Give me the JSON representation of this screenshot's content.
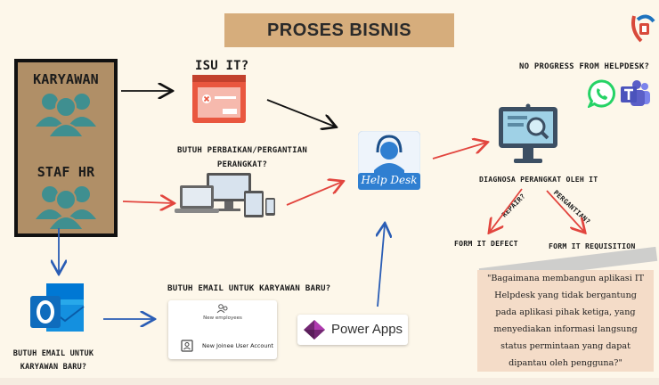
{
  "title": "PROSES BISNIS",
  "actors": {
    "employee": "KARYAWAN",
    "hr_staff": "STAF HR"
  },
  "labels": {
    "it_issue": "ISU IT?",
    "device_repair": "BUTUH PERBAIKAN/PERGANTIAN PERANGKAT?",
    "need_email_center": "BUTUH EMAIL UNTUK KARYAWAN BARU?",
    "need_email_left": "BUTUH EMAIL UNTUK KARYAWAN BARU?",
    "no_progress": "NO PROGRESS FROM HELPDESK?",
    "diagnosis": "DIAGNOSA PERANGKAT OLEH IT",
    "repair": "REPAIR?",
    "replacement": "PERGANTIAN?",
    "form_defect": "FORM IT DEFECT",
    "form_requisition": "FORM IT REQUISITION"
  },
  "helpdesk": {
    "label": "Help Desk"
  },
  "powerapps": {
    "label": "Power Apps"
  },
  "new_employees_card": {
    "header": "New employees",
    "item": "New Joinee User Account"
  },
  "quote": "\"Bagaimana membangun aplikasi IT Helpdesk yang tidak bergantung pada aplikasi pihak ketiga, yang menyediakan informasi langsung status permintaan yang dapat dipantau oleh pengguna?\"",
  "colors": {
    "banner": "#d6ad7c",
    "actor_panel": "#b08f67",
    "actor_icon": "#3f8f90",
    "quote_box": "#f4dcc8",
    "arrow_red": "#e2453e",
    "arrow_blue": "#2a5db5",
    "helpdesk_blue": "#2f7fd1",
    "outlook_blue": "#0f6cbd",
    "whatsapp_green": "#25d366",
    "teams_purple": "#5b5fc7",
    "powerapps_purple": "#742774"
  }
}
